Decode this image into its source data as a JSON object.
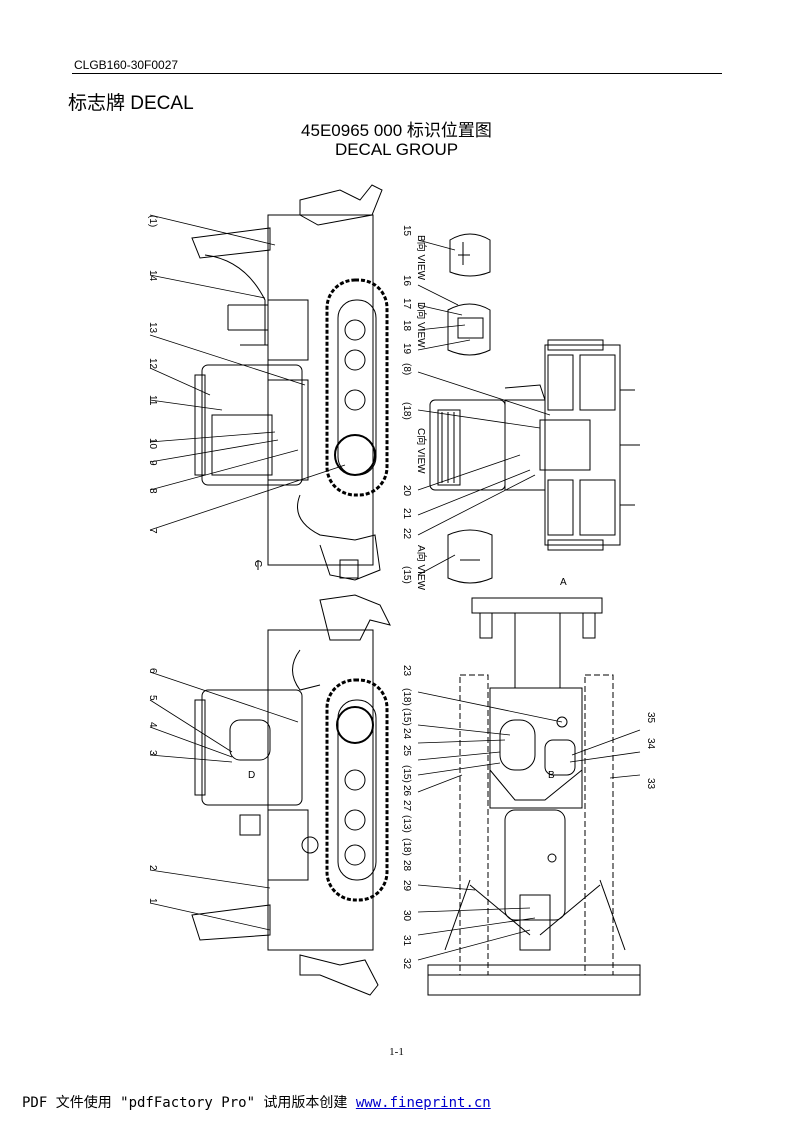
{
  "header": {
    "doc_id": "CLGB160-30F0027",
    "section_title": "标志牌 DECAL",
    "title_line1": "45E0965 000 标识位置图",
    "title_line2": "DECAL GROUP"
  },
  "labels": {
    "upper_left": [
      "(1)",
      "14",
      "13",
      "12",
      "11",
      "10",
      "9",
      "8",
      "7"
    ],
    "upper_right": [
      "15",
      "B向 VIEW",
      "16",
      "17",
      "18",
      "D向 VIEW",
      "19",
      "(8)",
      "(18)",
      "C向 VIEW",
      "20",
      "21",
      "22",
      "A向 VIEW",
      "(15)",
      "C",
      "A"
    ],
    "lower_left": [
      "6",
      "5",
      "4",
      "3",
      "2",
      "1"
    ],
    "lower_right": [
      "(18)",
      "23",
      "(15)",
      "24",
      "25",
      "(15)",
      "26",
      "27",
      "(13)",
      "(18)",
      "28",
      "29",
      "30",
      "31",
      "32",
      "35",
      "34",
      "33",
      "B",
      "D"
    ]
  },
  "footer": {
    "page_number": "1-1",
    "text": "PDF 文件使用 \"pdfFactory Pro\" 试用版本创建 ",
    "link": "www.fineprint.cn"
  }
}
